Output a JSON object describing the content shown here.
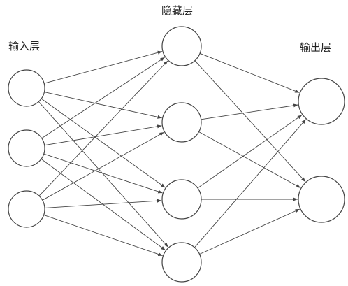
{
  "labels": {
    "input": "输入层",
    "hidden": "隐藏层",
    "output": "输出层"
  },
  "network": {
    "layers": [
      {
        "name": "input",
        "size": 3
      },
      {
        "name": "hidden",
        "size": 4
      },
      {
        "name": "output",
        "size": 2
      }
    ],
    "fully_connected": true
  },
  "colors": {
    "stroke": "#444444",
    "text": "#222222",
    "background": "#ffffff"
  }
}
